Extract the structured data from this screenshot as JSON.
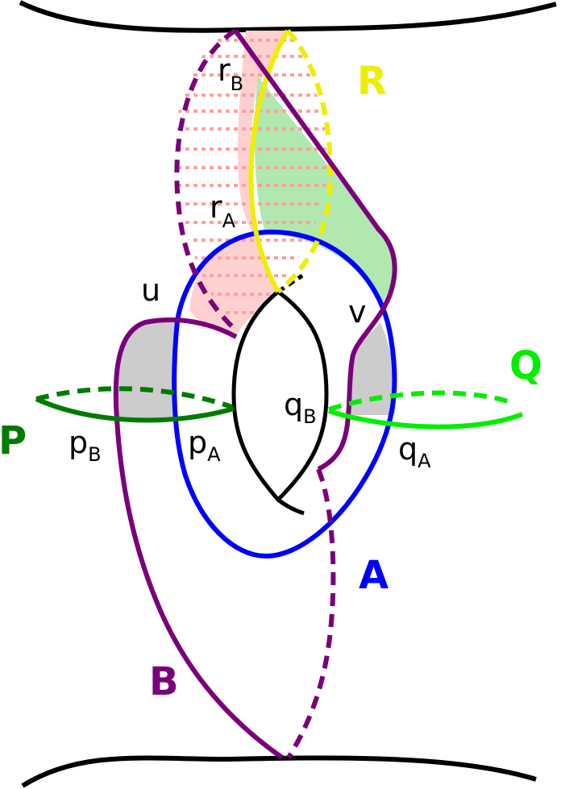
{
  "figure": {
    "type": "topological surface diagram (cylinder / neck with curves)",
    "colors": {
      "background": "#ffffff",
      "boundary": "#000000",
      "curve_A": "#0000ff",
      "curve_B": "#7a007a",
      "curve_P": "#007a00",
      "curve_Q": "#00ee00",
      "curve_R": "#eeee00",
      "lens": "#000000",
      "pink_region": "#ffd0d0",
      "pink_hatch": "#ffa0a0",
      "green_region": "#b0e8b0",
      "grey_region": "#cccccc"
    },
    "curve_labels": {
      "A": "A",
      "B": "B",
      "P": "P",
      "Q": "Q",
      "R": "R"
    },
    "point_labels": {
      "u": "u",
      "v": "v",
      "r_B": {
        "base": "r",
        "sub": "B"
      },
      "r_A": {
        "base": "r",
        "sub": "A"
      },
      "p_B": {
        "base": "p",
        "sub": "B"
      },
      "p_A": {
        "base": "p",
        "sub": "A"
      },
      "q_B": {
        "base": "q",
        "sub": "B"
      },
      "q_A": {
        "base": "q",
        "sub": "A"
      }
    }
  }
}
